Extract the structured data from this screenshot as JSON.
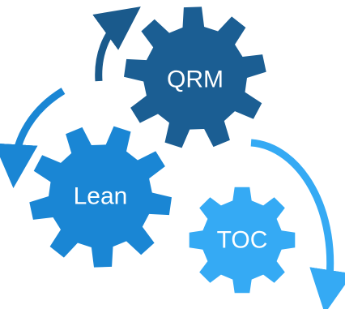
{
  "gears": [
    {
      "id": "qrm",
      "label": "QRM",
      "color": "#1b5e93"
    },
    {
      "id": "lean",
      "label": "Lean",
      "color": "#1a86d4"
    },
    {
      "id": "toc",
      "label": "TOC",
      "color": "#35aaf4"
    }
  ],
  "arrows": [
    {
      "id": "qrm-arrow",
      "color": "#1a5a8c"
    },
    {
      "id": "lean-arrow",
      "color": "#1a86d4"
    },
    {
      "id": "toc-arrow",
      "color": "#35aaf4"
    }
  ]
}
